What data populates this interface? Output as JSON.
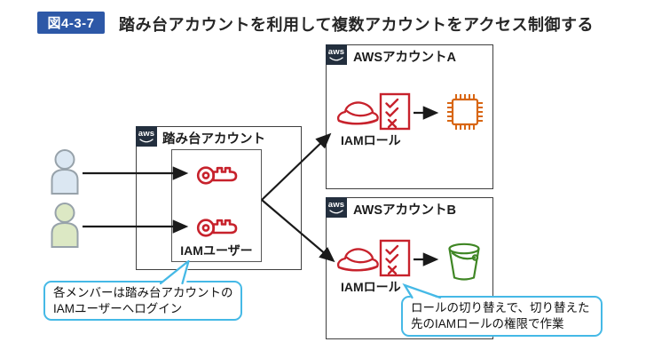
{
  "figure": {
    "badge": "図4-3-7",
    "title": "踏み台アカウントを利用して複数アカウントをアクセス制御する"
  },
  "logos": {
    "aws": "aws"
  },
  "bastion": {
    "label": "踏み台アカウント",
    "iam_users_label": "IAMユーザー"
  },
  "account_a": {
    "label": "AWSアカウントA",
    "iam_role_label": "IAMロール"
  },
  "account_b": {
    "label": "AWSアカウントB",
    "iam_role_label": "IAMロール"
  },
  "callouts": {
    "left": {
      "line1": "各メンバーは踏み台アカウントの",
      "line2": "IAMユーザーへログイン"
    },
    "right": {
      "line1": "ロールの切り替えで、切り替えた",
      "line2": "先のIAMロールの権限で作業"
    }
  },
  "colors": {
    "figure_badge_blue": "#2d58a7",
    "aws_navy": "#232f3e",
    "iam_red": "#c7222c",
    "compute_orange": "#d86613",
    "storage_green": "#3f8624",
    "callout_border_cyan": "#45b9e6",
    "user_blue_fill": "#dbe7f2",
    "user_green_fill": "#dce8c4",
    "arrow_black": "#1a1a1a"
  },
  "icons": {
    "aws-logo-icon": "aws text with smile swoosh",
    "user-icon": "person silhouette",
    "key-icon": "red access key",
    "iam-role-icon": "red hard hat with checklist",
    "compute-chip-icon": "orange processor chip",
    "s3-bucket-icon": "green bucket",
    "callout-tail": "speech-bubble pointer"
  }
}
